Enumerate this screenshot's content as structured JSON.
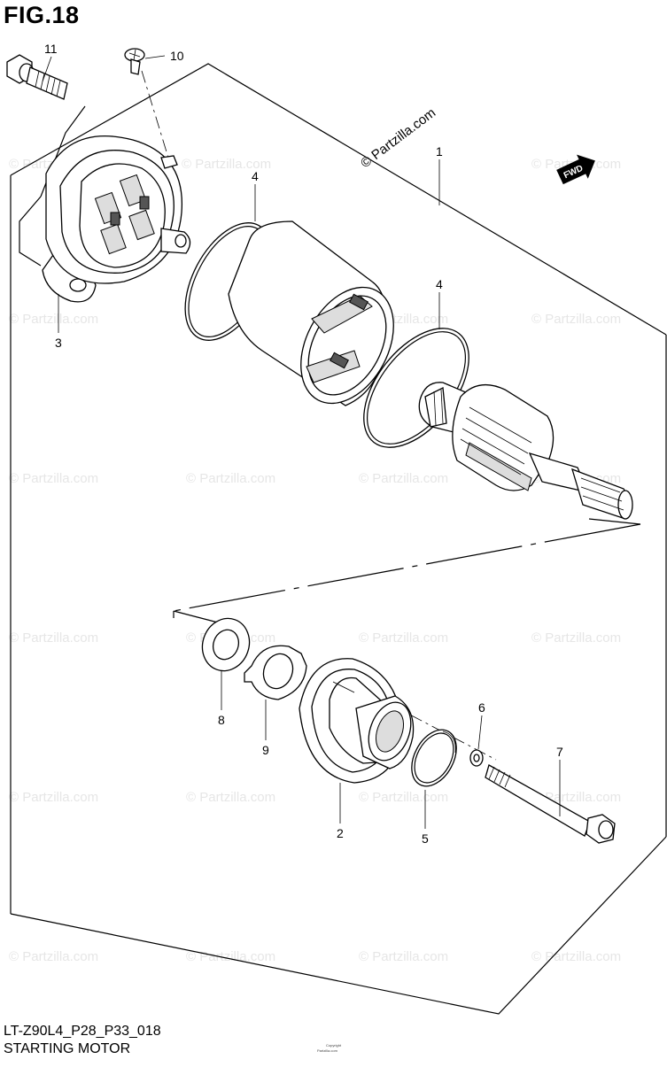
{
  "figure": {
    "title": "FIG.18",
    "model_code": "LT-Z90L4_P28_P33_018",
    "section_name": "STARTING MOTOR",
    "fine_print": [
      "Copyright",
      "Partzilla.com"
    ]
  },
  "watermark": {
    "text": "© Partzilla.com"
  },
  "fwd_badge": {
    "label": "FWD"
  },
  "callouts": [
    {
      "number": "1",
      "part": "starter-motor-assembly"
    },
    {
      "number": "2",
      "part": "front-housing"
    },
    {
      "number": "3",
      "part": "rear-housing"
    },
    {
      "number": "4",
      "part": "o-ring-rear"
    },
    {
      "number": "4",
      "part": "o-ring-front"
    },
    {
      "number": "5",
      "part": "o-ring-small"
    },
    {
      "number": "6",
      "part": "washer-small"
    },
    {
      "number": "7",
      "part": "through-bolt"
    },
    {
      "number": "8",
      "part": "washer-large"
    },
    {
      "number": "9",
      "part": "lock-plate"
    },
    {
      "number": "10",
      "part": "screw"
    },
    {
      "number": "11",
      "part": "mounting-bolt"
    }
  ]
}
